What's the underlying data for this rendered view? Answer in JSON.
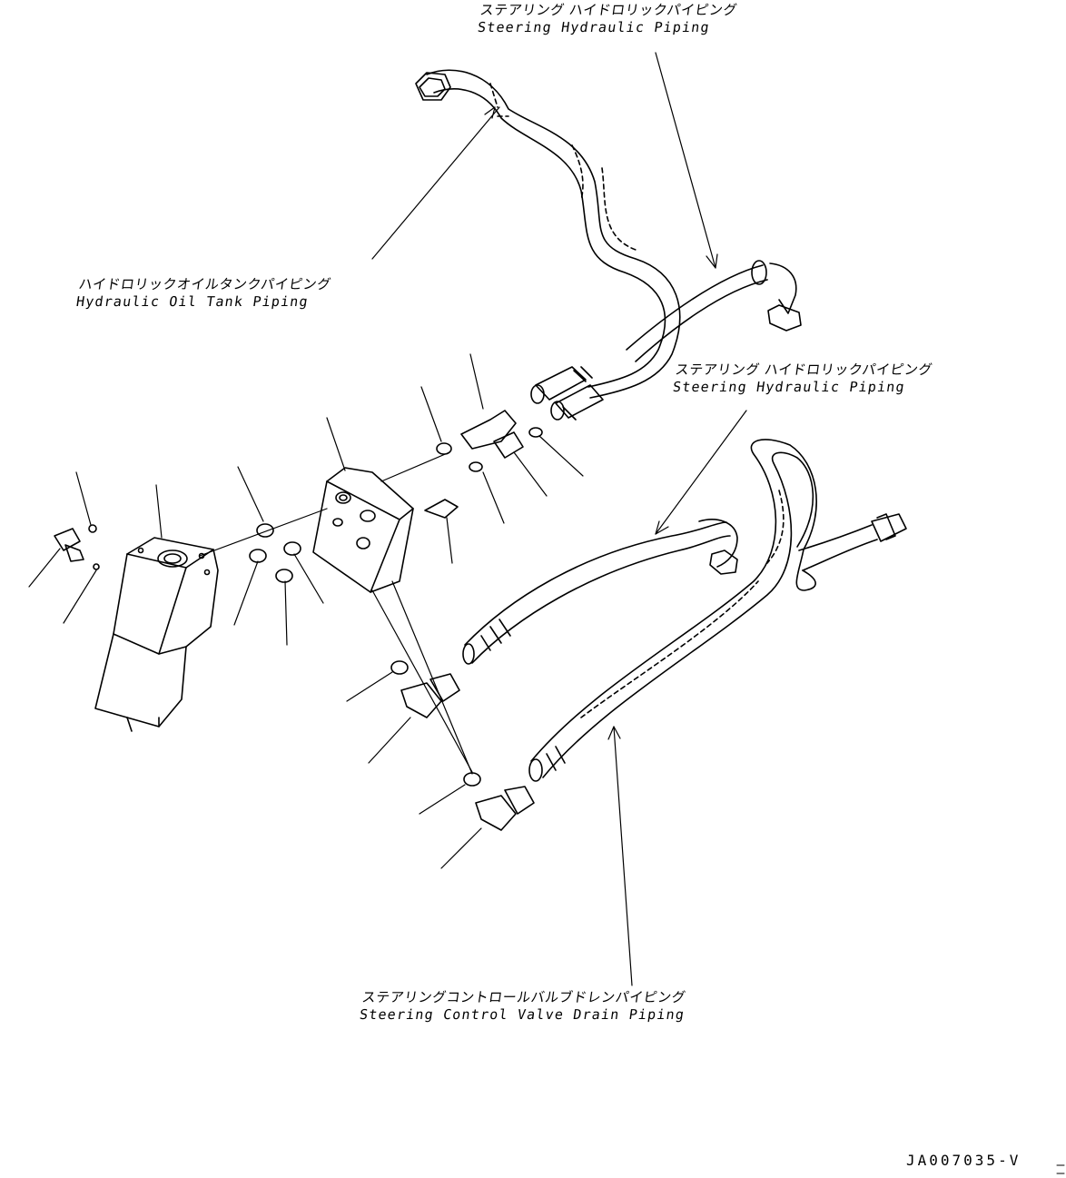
{
  "labels": {
    "steering_hydraulic_piping_top": {
      "jp": "ステアリング ハイドロリックパイピング",
      "en": "Steering Hydraulic Piping"
    },
    "hydraulic_oil_tank_piping": {
      "jp": "ハイドロリックオイルタンクパイピング",
      "en": "Hydraulic Oil Tank Piping"
    },
    "steering_hydraulic_piping_mid": {
      "jp": "ステアリング ハイドロリックパイピング",
      "en": "Steering Hydraulic Piping"
    },
    "steering_control_valve_drain_piping": {
      "jp": "ステアリングコントロールバルブドレンパイピング",
      "en": "Steering Control Valve Drain Piping"
    }
  },
  "drawing_id": "JA007035-V",
  "colors": {
    "ink": "#000000",
    "paper": "#ffffff"
  }
}
